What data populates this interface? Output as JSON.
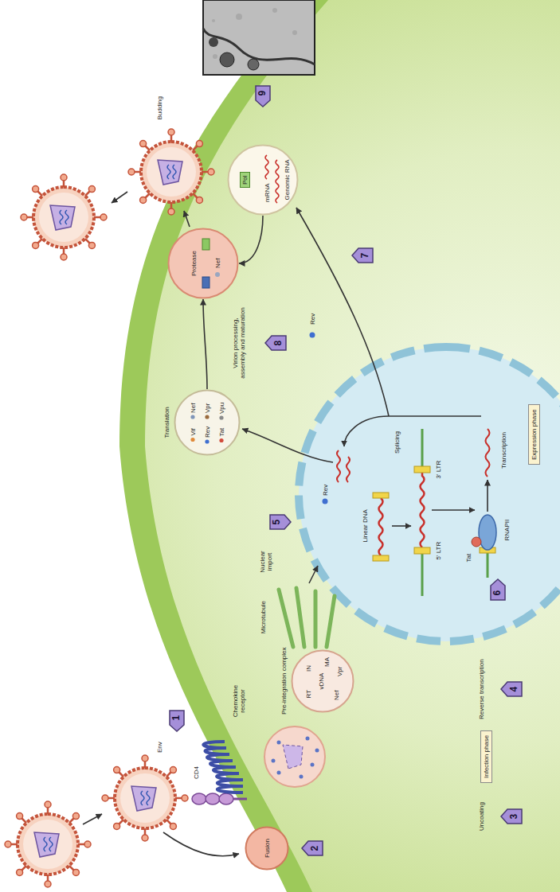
{
  "diagram": {
    "nodes": [
      {
        "text": [
          "Fusion"
        ]
      },
      {
        "text": [
          "Infection phase"
        ]
      },
      {
        "text": [
          "Pre-integration complex",
          "RT",
          "vDNA",
          "Nef",
          "IN",
          "MA",
          "Vpr"
        ]
      },
      {
        "text": [
          "Expression phase"
        ]
      },
      {
        "text": [
          "Translation",
          "Vif",
          "Nef",
          "Rev",
          "Vpr",
          "Tat",
          "Vpu"
        ]
      },
      {
        "text": [
          "Protease",
          "Nef"
        ]
      },
      {
        "text": [
          "mRNA",
          "Genomic RNA"
        ]
      },
      {
        "text": [
          "Pol"
        ],
        "in": 6
      },
      {
        "text": [
          "1"
        ]
      },
      {
        "text": [
          "2"
        ]
      },
      {
        "text": [
          "3"
        ]
      },
      {
        "text": [
          "4"
        ]
      },
      {
        "text": [
          "5"
        ]
      },
      {
        "text": [
          "6"
        ]
      },
      {
        "text": [
          "7"
        ]
      },
      {
        "text": [
          "8"
        ]
      },
      {
        "text": [
          "9"
        ]
      }
    ],
    "edges": [
      {
        "from": 4,
        "to": 5,
        "arrow": "to"
      },
      {
        "from": 6,
        "to": 5,
        "arrow": "to"
      }
    ],
    "labels": [
      "Env",
      "CD4",
      "Chemokine receptor",
      "Uncoating",
      "Reverse transcription",
      "Microtubule",
      "Nuclear import",
      "Linear DNA",
      "5' LTR",
      "3' LTR",
      "Tat",
      "RNAPII",
      "Transcription",
      "Splicing",
      "Rev",
      "Rev",
      "Virion processing, assembly and maturation",
      "Budding"
    ]
  }
}
